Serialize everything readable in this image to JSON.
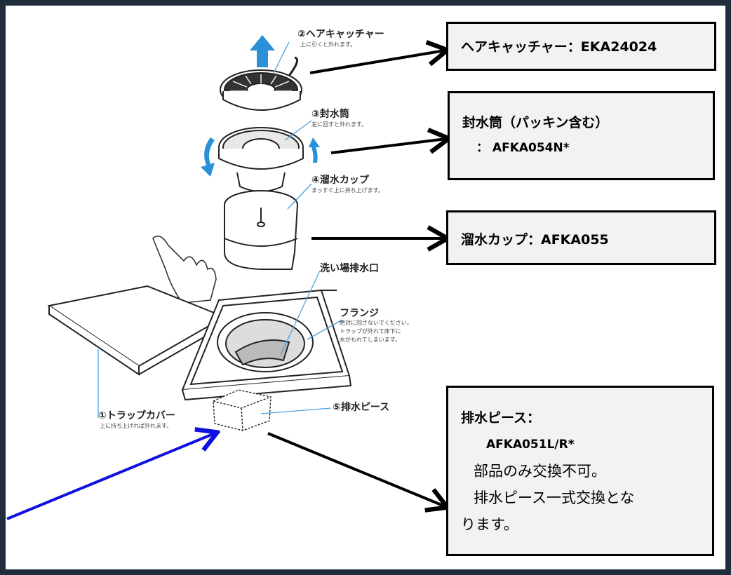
{
  "labels": {
    "hair_catcher": "②ヘアキャッチャー",
    "hair_catcher_note": "上に引くと外れます。",
    "seal_tube": "③封水筒",
    "seal_tube_note": "左に回すと外れます。",
    "water_cup": "④溜水カップ",
    "water_cup_note": "まっすぐ上に持ち上げます。",
    "drain_outlet": "洗い場排水口",
    "flange": "フランジ",
    "flange_note_1": "絶対に回さないでください。",
    "flange_note_2": "トラップが外れて床下に",
    "flange_note_3": "水がもれてしまいます。",
    "trap_cover": "①トラップカバー",
    "trap_cover_note": "上に持ち上げれば外れます。",
    "drain_piece": "⑤排水ピース"
  },
  "callouts": {
    "hair_catcher": "ヘアキャッチャー：EKA24024",
    "seal_tube_line1": "封水筒（パッキン含む）",
    "seal_tube_line2": "：  AFKA054N*",
    "water_cup": "溜水カップ：AFKA055",
    "drain_piece_line1": "排水ピース：",
    "drain_piece_line2": "AFKA051L/R*",
    "drain_piece_line3": "部品のみ交換不可。",
    "drain_piece_line4": "排水ピース一式交換とな",
    "drain_piece_line5": "ります。"
  },
  "colors": {
    "frame": "#1f2d3d",
    "arrow_black": "#000000",
    "arrow_blue": "#1010e0",
    "leader_blue": "#4aa3e0",
    "callout_fill": "#f2f2f2",
    "lift_arrow": "#2a90d8"
  }
}
